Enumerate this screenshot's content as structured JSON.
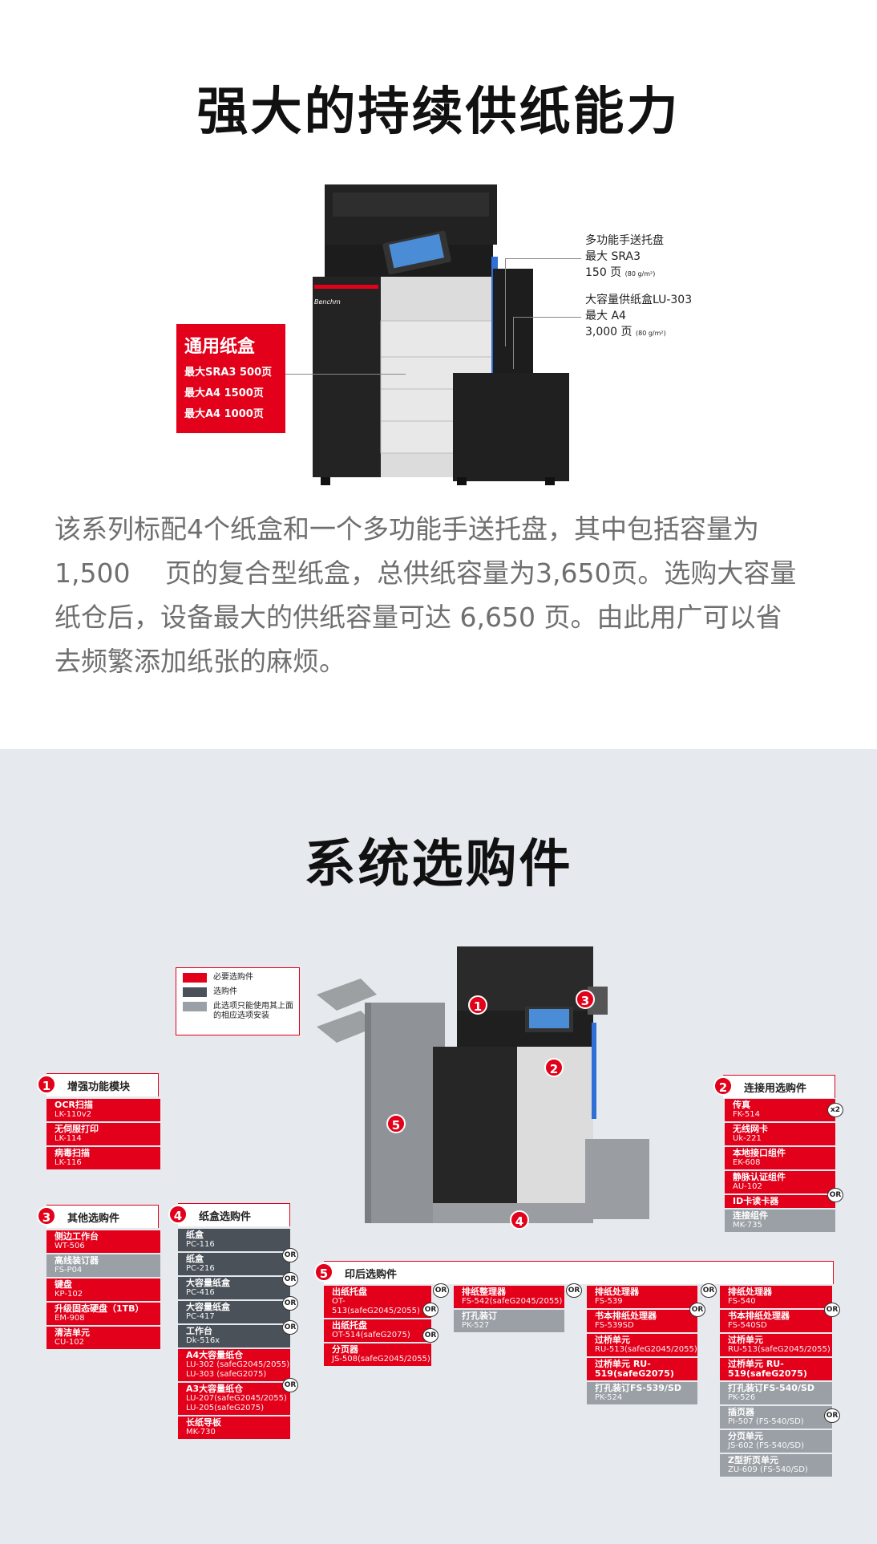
{
  "section1": {
    "title": "强大的持续供纸能力",
    "callout_top": {
      "line1": "多功能手送托盘",
      "line2": "最大 SRA3",
      "line3": "150 页",
      "unit": "(80 g/m²)"
    },
    "callout_mid": {
      "line1": "大容量供纸盒LU-303",
      "line2": "最大 A4",
      "line3": "3,000 页",
      "unit": "(80 g/m²)"
    },
    "red_box": {
      "title": "通用纸盒",
      "rows": [
        "最大SRA3 500页",
        "最大A4 1500页",
        "最大A4 1000页"
      ]
    },
    "brand": "Benchm",
    "paragraph": [
      "该系列标配4个纸盒和一个多功能手送托盘，其中包括容量为",
      "1,500　 页的复合型纸盒，总供纸容量为3,650页。选购大容量",
      "纸仓后，设备最大的供纸容量可达 6,650 页。由此用广可以省",
      "去频繁添加纸张的麻烦。"
    ]
  },
  "section2": {
    "title": "系统选购件",
    "legend": [
      {
        "label": "必要选购件",
        "color": "#e2001a"
      },
      {
        "label": "选购件",
        "color": "#4a5159"
      },
      {
        "label": "此选项只能使用其上面的相应选项安装",
        "color": "#9aa0a6"
      }
    ],
    "machine_numbers": [
      "1",
      "2",
      "3",
      "4",
      "5"
    ],
    "group1": {
      "num": "1",
      "title": "增强功能模块",
      "items": [
        {
          "name": "OCR扫描",
          "code": "LK-110v2",
          "type": "r"
        },
        {
          "name": "无伺服打印",
          "code": "LK-114",
          "type": "r"
        },
        {
          "name": "病毒扫描",
          "code": "LK-116",
          "type": "r"
        }
      ]
    },
    "group2": {
      "num": "2",
      "title": "连接用选购件",
      "items": [
        {
          "name": "传真",
          "code": "FK-514",
          "type": "r"
        },
        {
          "name": "无线网卡",
          "code": "Uk-221",
          "type": "r"
        },
        {
          "name": "本地接口组件",
          "code": "EK-608",
          "type": "r"
        },
        {
          "name": "静脉认证组件",
          "code": "AU-102",
          "type": "r"
        },
        {
          "name": "ID卡读卡器",
          "code": "",
          "type": "r"
        },
        {
          "name": "连接组件",
          "code": "MK-735",
          "type": "g"
        }
      ],
      "x2": "x2"
    },
    "group3": {
      "num": "3",
      "title": "其他选购件",
      "items": [
        {
          "name": "侧边工作台",
          "code": "WT-506",
          "type": "r"
        },
        {
          "name": "高线装订器",
          "code": "FS-P04",
          "type": "g"
        },
        {
          "name": "键盘",
          "code": "KP-102",
          "type": "r"
        },
        {
          "name": "升级固态硬盘（1TB）",
          "code": "EM-908",
          "type": "r"
        },
        {
          "name": "清洁单元",
          "code": "CU-102",
          "type": "r"
        }
      ]
    },
    "group4": {
      "num": "4",
      "title": "纸盒选购件",
      "items": [
        {
          "name": "纸盒",
          "code": "PC-116",
          "type": "d"
        },
        {
          "name": "纸盒",
          "code": "PC-216",
          "type": "d"
        },
        {
          "name": "大容量纸盒",
          "code": "PC-416",
          "type": "d"
        },
        {
          "name": "大容量纸盒",
          "code": "PC-417",
          "type": "d"
        },
        {
          "name": "工作台",
          "code": "Dk-516x",
          "type": "d"
        },
        {
          "name": "A4大容量纸仓",
          "code": "LU-302 (safeG2045/2055)\nLU-303 (safeG2075)",
          "type": "r"
        },
        {
          "name": "A3大容量纸仓",
          "code": "LU-207(safeG2045/2055)\nLU-205(safeG2075)",
          "type": "r"
        },
        {
          "name": "长纸导板",
          "code": "MK-730",
          "type": "r"
        }
      ]
    },
    "group5": {
      "num": "5",
      "title": "印后选购件",
      "col1": [
        {
          "name": "出纸托盘",
          "code": "OT-513(safeG2045/2055)",
          "type": "r"
        },
        {
          "name": "出纸托盘",
          "code": "OT-514(safeG2075)",
          "type": "r"
        },
        {
          "name": "分页器",
          "code": "JS-508(safeG2045/2055)",
          "type": "r"
        }
      ],
      "col2": [
        {
          "name": "排纸整理器",
          "code": "FS-542(safeG2045/2055)",
          "type": "r"
        },
        {
          "name": "打孔装订",
          "code": "PK-527",
          "type": "g"
        }
      ],
      "col3": [
        {
          "name": "排纸处理器",
          "code": "FS-539",
          "type": "r"
        },
        {
          "name": "书本排纸处理器",
          "code": "FS-539SD",
          "type": "r"
        },
        {
          "name": "过桥单元",
          "code": "RU-513(safeG2045/2055)",
          "type": "r"
        },
        {
          "name": "过桥单元 RU-519(safeG2075)",
          "code": "",
          "type": "r"
        },
        {
          "name": "打孔装订FS-539/SD",
          "code": "PK-524",
          "type": "g"
        }
      ],
      "col4": [
        {
          "name": "排纸处理器",
          "code": "FS-540",
          "type": "r"
        },
        {
          "name": "书本排纸处理器",
          "code": "FS-540SD",
          "type": "r"
        },
        {
          "name": "过桥单元",
          "code": "RU-513(safeG2045/2055)",
          "type": "r"
        },
        {
          "name": "过桥单元 RU-519(safeG2075)",
          "code": "",
          "type": "r"
        },
        {
          "name": "打孔装订FS-540/SD",
          "code": "PK-526",
          "type": "g"
        },
        {
          "name": "插页器",
          "code": "PI-507 (FS-540/SD)",
          "type": "g"
        },
        {
          "name": "分页单元",
          "code": "JS-602 (FS-540/SD)",
          "type": "g"
        },
        {
          "name": "Z型折页单元",
          "code": "ZU-609 (FS-540/SD)",
          "type": "g"
        }
      ]
    },
    "or_label": "OR"
  }
}
